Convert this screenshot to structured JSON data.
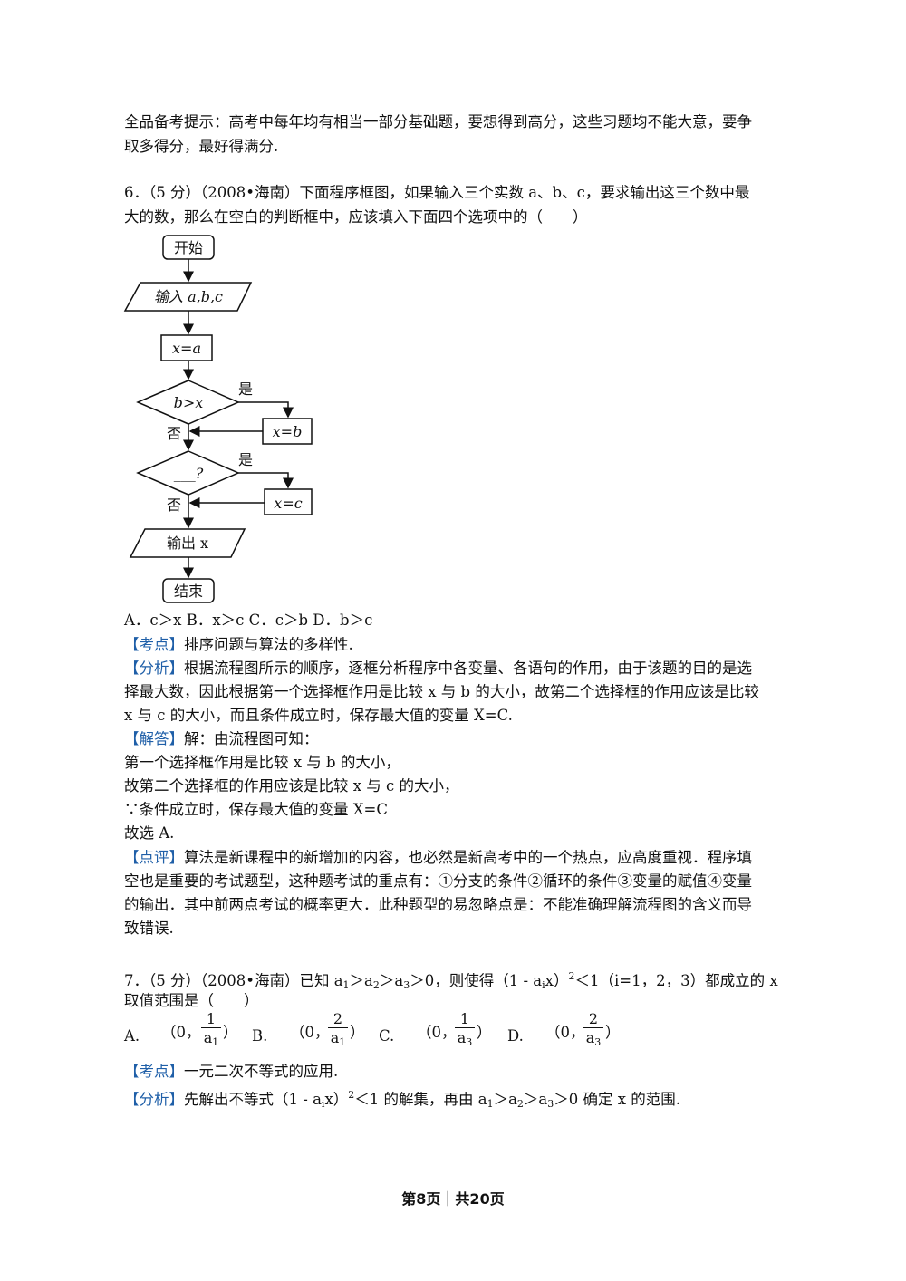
{
  "tip": {
    "line1": "全品备考提示：高考中每年均有相当一部分基础题，要想得到高分，这些习题均不能大意，要争",
    "line2": "取多得分，最好得满分."
  },
  "q6": {
    "line1": "6．（5 分）（2008•海南）下面程序框图，如果输入三个实数 a、b、c，要求输出这三个数中最",
    "line2": "大的数，那么在空白的判断框中，应该填入下面四个选项中的（　　）",
    "flow": {
      "start": "开始",
      "input": "输入 a,b,c",
      "assign1": "x=a",
      "cond1": "b>x",
      "assign2": "x=b",
      "cond2": "___?",
      "assign3": "x=c",
      "output": "输出 x",
      "end": "结束",
      "yes": "是",
      "no": "否"
    },
    "options": "A．c＞x B．x＞c C．c＞b D．b＞c",
    "kaodian_tag": "【考点】",
    "kaodian": "排序问题与算法的多样性.",
    "fenxi_tag": "【分析】",
    "fenxi1": "根据流程图所示的顺序，逐框分析程序中各变量、各语句的作用，由于该题的目的是选",
    "fenxi2": "择最大数，因此根据第一个选择框作用是比较 x 与 b 的大小，故第二个选择框的作用应该是比较",
    "fenxi3": "x 与 c 的大小，而且条件成立时，保存最大值的变量 X=C.",
    "jieda_tag": "【解答】",
    "jieda1": "解：由流程图可知：",
    "jieda2": "第一个选择框作用是比较 x 与 b 的大小，",
    "jieda3": "故第二个选择框的作用应该是比较 x 与 c 的大小，",
    "jieda4": "∵条件成立时，保存最大值的变量 X=C",
    "jieda5": "故选 A.",
    "dianping_tag": "【点评】",
    "dianping1": "算法是新课程中的新增加的内容，也必然是新高考中的一个热点，应高度重视．程序填",
    "dianping2": "空也是重要的考试题型，这种题考试的重点有：①分支的条件②循环的条件③变量的赋值④变量",
    "dianping3": "的输出．其中前两点考试的概率更大．此种题型的易忽略点是：不能准确理解流程图的含义而导",
    "dianping4": "致错误."
  },
  "q7": {
    "line1_a": "7．（5 分）（2008•海南）已知 a",
    "line1_b": "＞a",
    "line1_c": "＞a",
    "line1_d": "＞0，则使得（1 - a",
    "line1_e": "x）",
    "line1_f": "＜1（i=1，2，3）都成立的 x",
    "line2": "取值范围是（　　）",
    "optA": "A.",
    "optB": "B.",
    "optC": "C.",
    "optD": "D.",
    "open": "（0，",
    "close": "）",
    "numA": "1",
    "denA": "a",
    "numB": "2",
    "denB": "a",
    "numC": "1",
    "denC": "a",
    "numD": "2",
    "denD": "a",
    "sub1": "1",
    "sub2": "2",
    "sub3": "3",
    "subi": "i",
    "sup2": "2",
    "kaodian_tag": "【考点】",
    "kaodian": "一元二次不等式的应用.",
    "fenxi_tag": "【分析】",
    "fenxi_a": "先解出不等式（1 - a",
    "fenxi_b": "x）",
    "fenxi_c": "＜1 的解集，再由 a",
    "fenxi_d": "＞a",
    "fenxi_e": "＞a",
    "fenxi_f": "＞0 确定 x 的范围."
  },
  "footer": "第8页｜共20页"
}
